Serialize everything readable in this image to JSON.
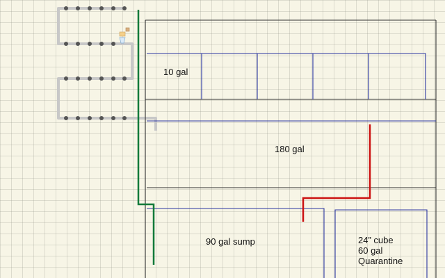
{
  "labels": {
    "tank_10": "10 gal",
    "tank_180": "180 gal",
    "sump_90": "90 gal sump",
    "quarantine_lines": [
      "24” cube",
      "60 gal",
      "Quarantine"
    ]
  },
  "colors": {
    "frame": "#333333",
    "tank_outline": "#2b35a0",
    "drain_line": "#cc1111",
    "return_line": "#127a3a",
    "light_bar": "#c8c8c8",
    "led_dot": "#555555"
  },
  "icons": [
    "light-fixture-icon"
  ]
}
